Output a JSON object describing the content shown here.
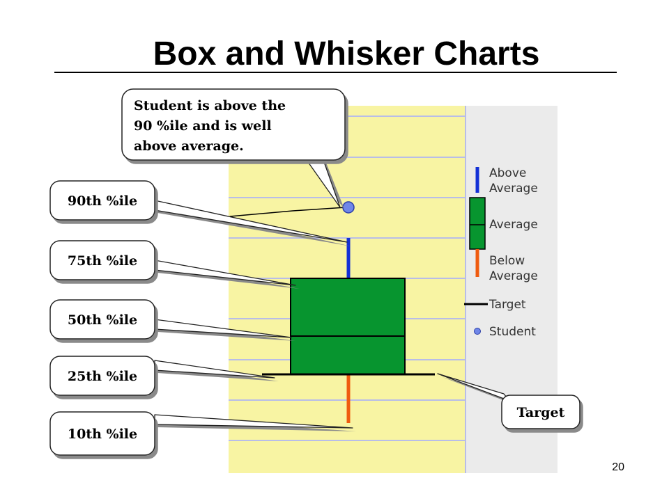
{
  "slide": {
    "title": "Box and Whisker Charts",
    "page_number": "20"
  },
  "callouts": {
    "student": [
      "Student is above the",
      "90 %ile and  is well",
      "above average."
    ],
    "p90": "90th %ile",
    "p75": "75th %ile",
    "p50": "50th %ile",
    "p25": "25th %ile",
    "p10": "10th %ile",
    "target": "Target"
  },
  "legend": {
    "above_average": [
      "Above",
      "Average"
    ],
    "average": "Average",
    "below_average": [
      "Below",
      "Average"
    ],
    "target": "Target",
    "student": "Student"
  },
  "colors": {
    "plot_background": "#f8f4a3",
    "legend_background": "#ebebeb",
    "grid_line": "#b8bde8",
    "box_fill": "#07952f",
    "whisker_above": "#1330d6",
    "whisker_below": "#ef5b0f",
    "student_dot": "#6f86e8",
    "target_line": "#000000"
  }
}
